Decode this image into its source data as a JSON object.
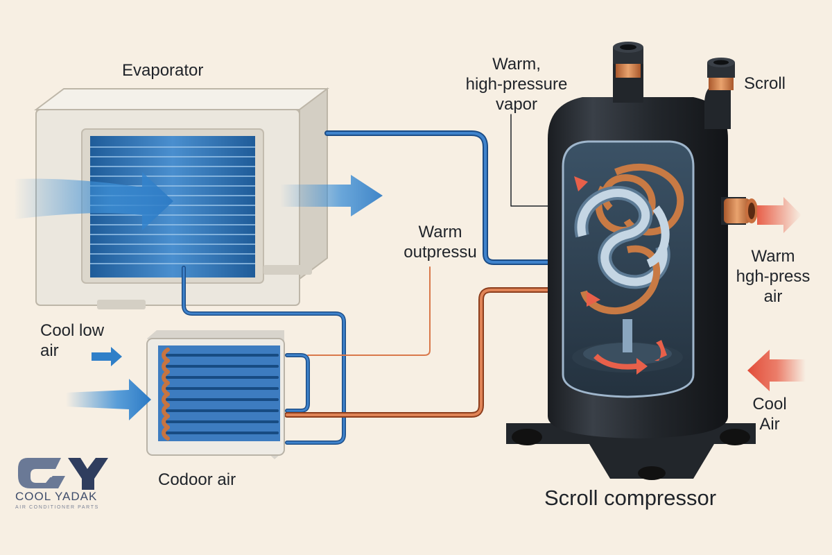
{
  "labels": {
    "evaporator": "Evaporator",
    "warm_high_pressure_vapor": "Warm,\nhigh-pressure\nvapor",
    "scroll": "Scroll",
    "warm_outpressu": "Warm\noutpressu",
    "warm_hgh_press_air": "Warm\nhgh-press\nair",
    "cool_low_air": "Cool low\nair",
    "cool_air": "Cool\nAir",
    "codoor_air": "Codoor air",
    "scroll_compressor": "Scroll compressor"
  },
  "logo": {
    "letters": "CY",
    "name": "COOL YADAK",
    "tagline": "AIR CONDITIONER PARTS"
  },
  "colors": {
    "background": "#f7efe3",
    "cool_blue": "#2f6fb8",
    "refrigerant_copper": "#d9784a",
    "hot_arrow": "#e8604a",
    "compressor_body": "#23272c",
    "text": "#1f2329"
  }
}
